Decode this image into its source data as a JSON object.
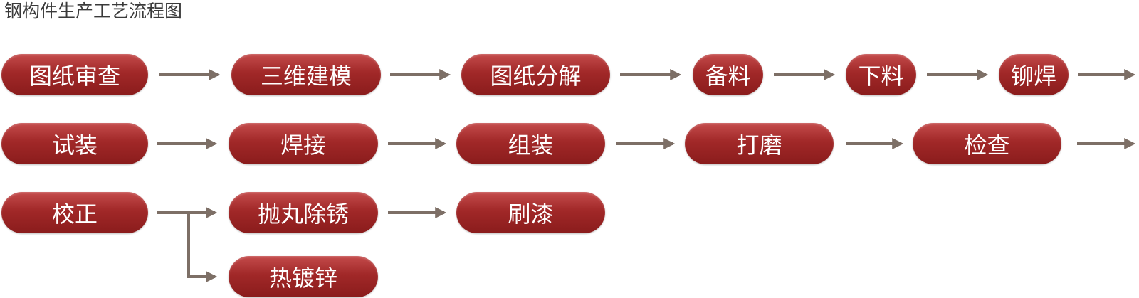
{
  "diagram": {
    "title": "钢构件生产工艺流程图",
    "row1": [
      "图纸审查",
      "三维建模",
      "图纸分解",
      "备料",
      "下料",
      "铆焊"
    ],
    "row2": [
      "试装",
      "焊接",
      "组装",
      "打磨",
      "检查"
    ],
    "row3": [
      "校正",
      "抛丸除锈",
      "刷漆"
    ],
    "row4": [
      "热镀锌"
    ]
  },
  "colors": {
    "node_top": "#c44b4b",
    "node_mid": "#a12828",
    "node_bottom": "#8a1c1c",
    "node_text": "#ffffff",
    "arrow": "#7d6f66",
    "title_text": "#3a3a3a"
  }
}
